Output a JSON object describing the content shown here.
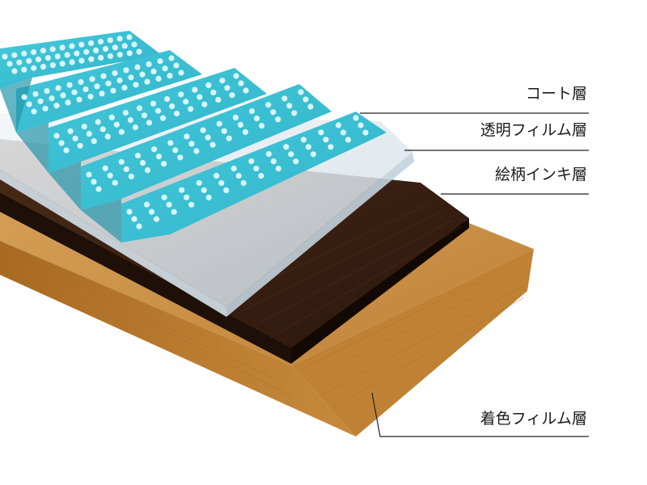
{
  "layers": {
    "coat": "コート層",
    "transparent_film": "透明フィルム層",
    "print_ink": "絵柄インキ層",
    "colored_film": "着色フィルム層"
  },
  "colors": {
    "coat": "#3cc3d6",
    "coat_shadow": "#2a9fb4",
    "bead": "#d8f6fb",
    "film": "#e6eef4",
    "ink": "#3a2114",
    "ink_dark": "#1e0f08",
    "wood_top": "#c89046",
    "wood_front": "#b97a2c",
    "wood_side": "#a86a22",
    "leader": "#222222"
  }
}
